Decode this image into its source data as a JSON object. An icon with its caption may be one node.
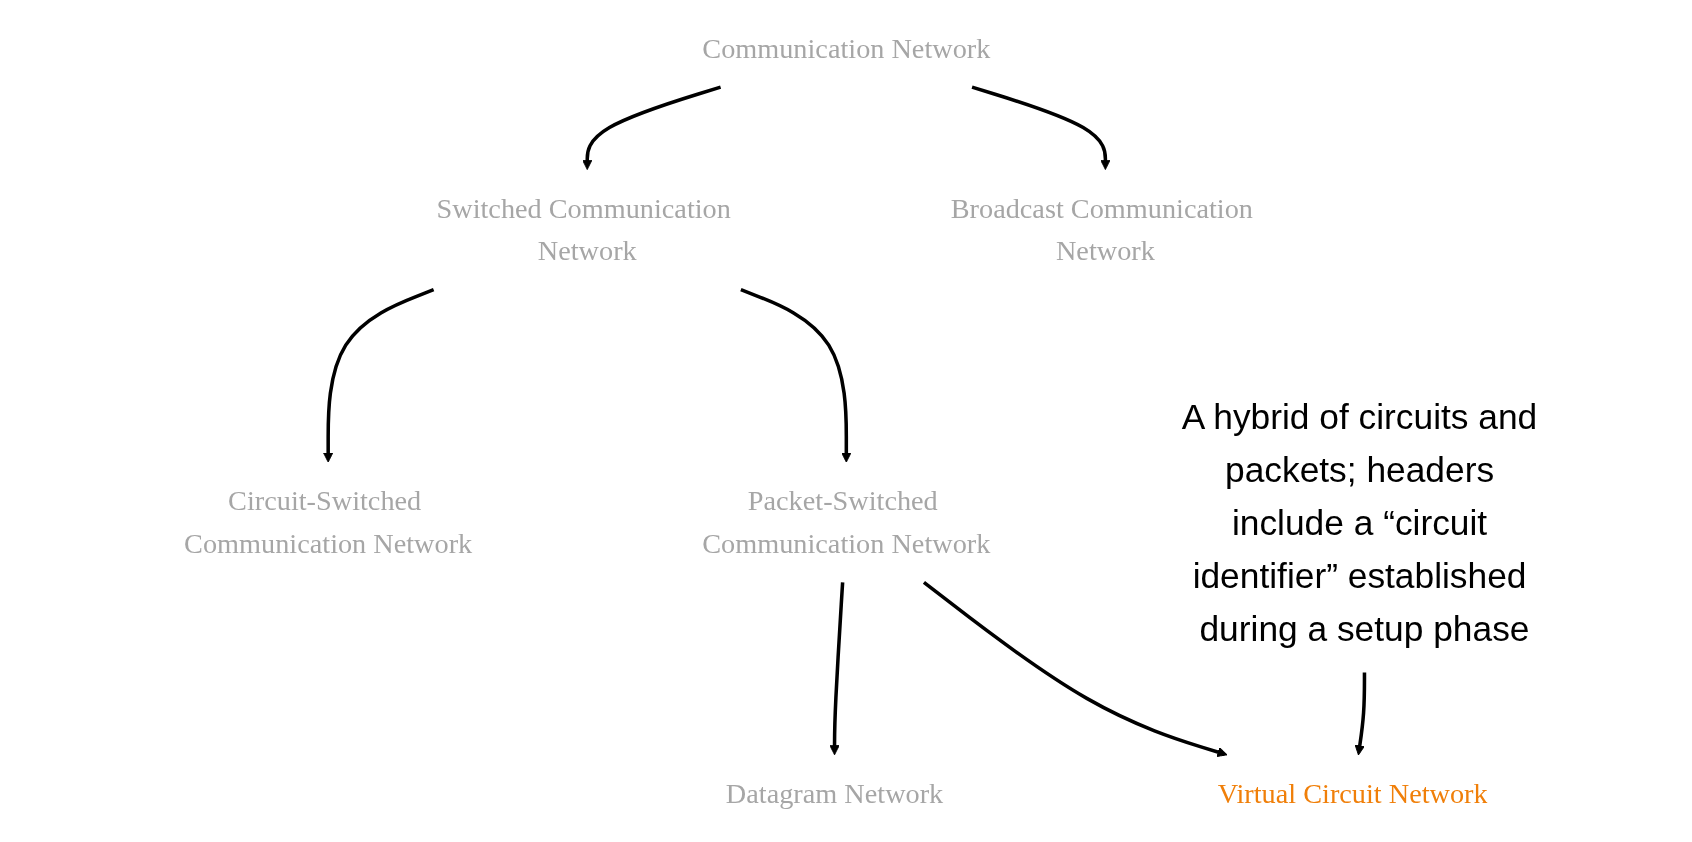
{
  "diagram": {
    "nodes": [
      {
        "text": [
          "Communication Network"
        ]
      },
      {
        "text": [
          "Switched Communication Network"
        ]
      },
      {
        "text": [
          "Broadcast Communication Network"
        ]
      },
      {
        "text": [
          "Circuit-Switched Communication Network"
        ]
      },
      {
        "text": [
          "Packet-Switched Communication Network"
        ]
      },
      {
        "text": [
          "Datagram Network"
        ]
      },
      {
        "text": [
          "Virtual Circuit Network"
        ]
      },
      {
        "text": [
          "A hybrid of circuits and packets; headers include a “circuit identifier” established during a setup phase"
        ]
      }
    ],
    "edges": [
      {
        "from": 0,
        "to": 1,
        "arrow": "to"
      },
      {
        "from": 0,
        "to": 2,
        "arrow": "to"
      },
      {
        "from": 1,
        "to": 3,
        "arrow": "to"
      },
      {
        "from": 1,
        "to": 4,
        "arrow": "to"
      },
      {
        "from": 4,
        "to": 5,
        "arrow": "to"
      },
      {
        "from": 4,
        "to": 6,
        "arrow": "to"
      },
      {
        "from": 7,
        "to": 6,
        "arrow": "to"
      }
    ]
  }
}
